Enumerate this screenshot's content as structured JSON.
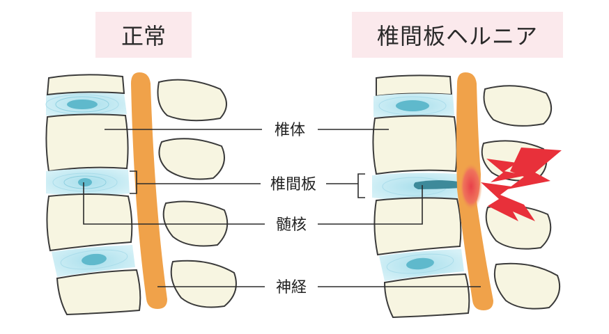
{
  "titles": {
    "normal": "正常",
    "hernia": "椎間板ヘルニア"
  },
  "labels": {
    "vertebral_body": "椎体",
    "disc": "椎間板",
    "nucleus": "髄核",
    "nerve": "神経"
  },
  "colors": {
    "title_bg": "#fbe9ec",
    "bone_fill": "#f7f5e1",
    "bone_stroke": "#3a3a3a",
    "disc_fill": "#c8ecf4",
    "nucleus_fill": "#5fb9cc",
    "nerve_fill": "#f0a24a",
    "inflammation": "#e8404a",
    "pain_bolt": "#e8303a"
  }
}
